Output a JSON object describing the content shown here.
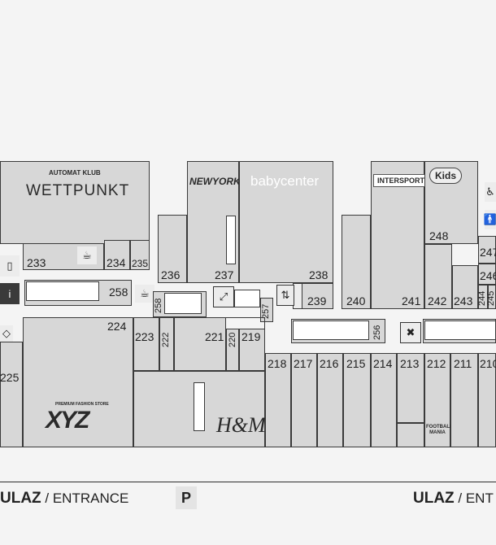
{
  "brands": {
    "automat_klub": "AUTOMAT KLUB",
    "wettpunkt": "WETTPUNKT",
    "newyorker": "NEWYORKER",
    "babycenter": "babycenter",
    "intersport": "INTERSPORT",
    "kids_logo": "Kids",
    "xyz_top": "PREMIUM FASHION STORE",
    "xyz": "XYZ",
    "hm": "H&M",
    "football": "FOOTBALL MANIA"
  },
  "units": {
    "u233": "233",
    "u234": "234",
    "u235": "235",
    "u236": "236",
    "u237": "237",
    "u238": "238",
    "u239": "239",
    "u240": "240",
    "u241": "241",
    "u242": "242",
    "u243": "243",
    "u244": "244",
    "u245": "245",
    "u246": "246",
    "u247": "247",
    "u248": "248",
    "u258": "258",
    "u257": "257",
    "u256": "256",
    "u224": "224",
    "u223": "223",
    "u222": "222",
    "u221": "221",
    "u220": "220",
    "u219": "219",
    "u218": "218",
    "u217": "217",
    "u216": "216",
    "u215": "215",
    "u214": "214",
    "u213": "213",
    "u212": "212",
    "u211": "211",
    "u210": "210",
    "u225": "225"
  },
  "entrances": {
    "left_bold": "ULAZ",
    "left_rest": " / ENTRANCE",
    "right_bold": "ULAZ",
    "right_rest": " / ENT",
    "parking": "P"
  },
  "icons": [
    "coffee-icon",
    "info-icon",
    "elevator-icon",
    "escalator-icon",
    "toilet-icon",
    "atm-icon",
    "baby-change-icon",
    "ramp-icon"
  ]
}
